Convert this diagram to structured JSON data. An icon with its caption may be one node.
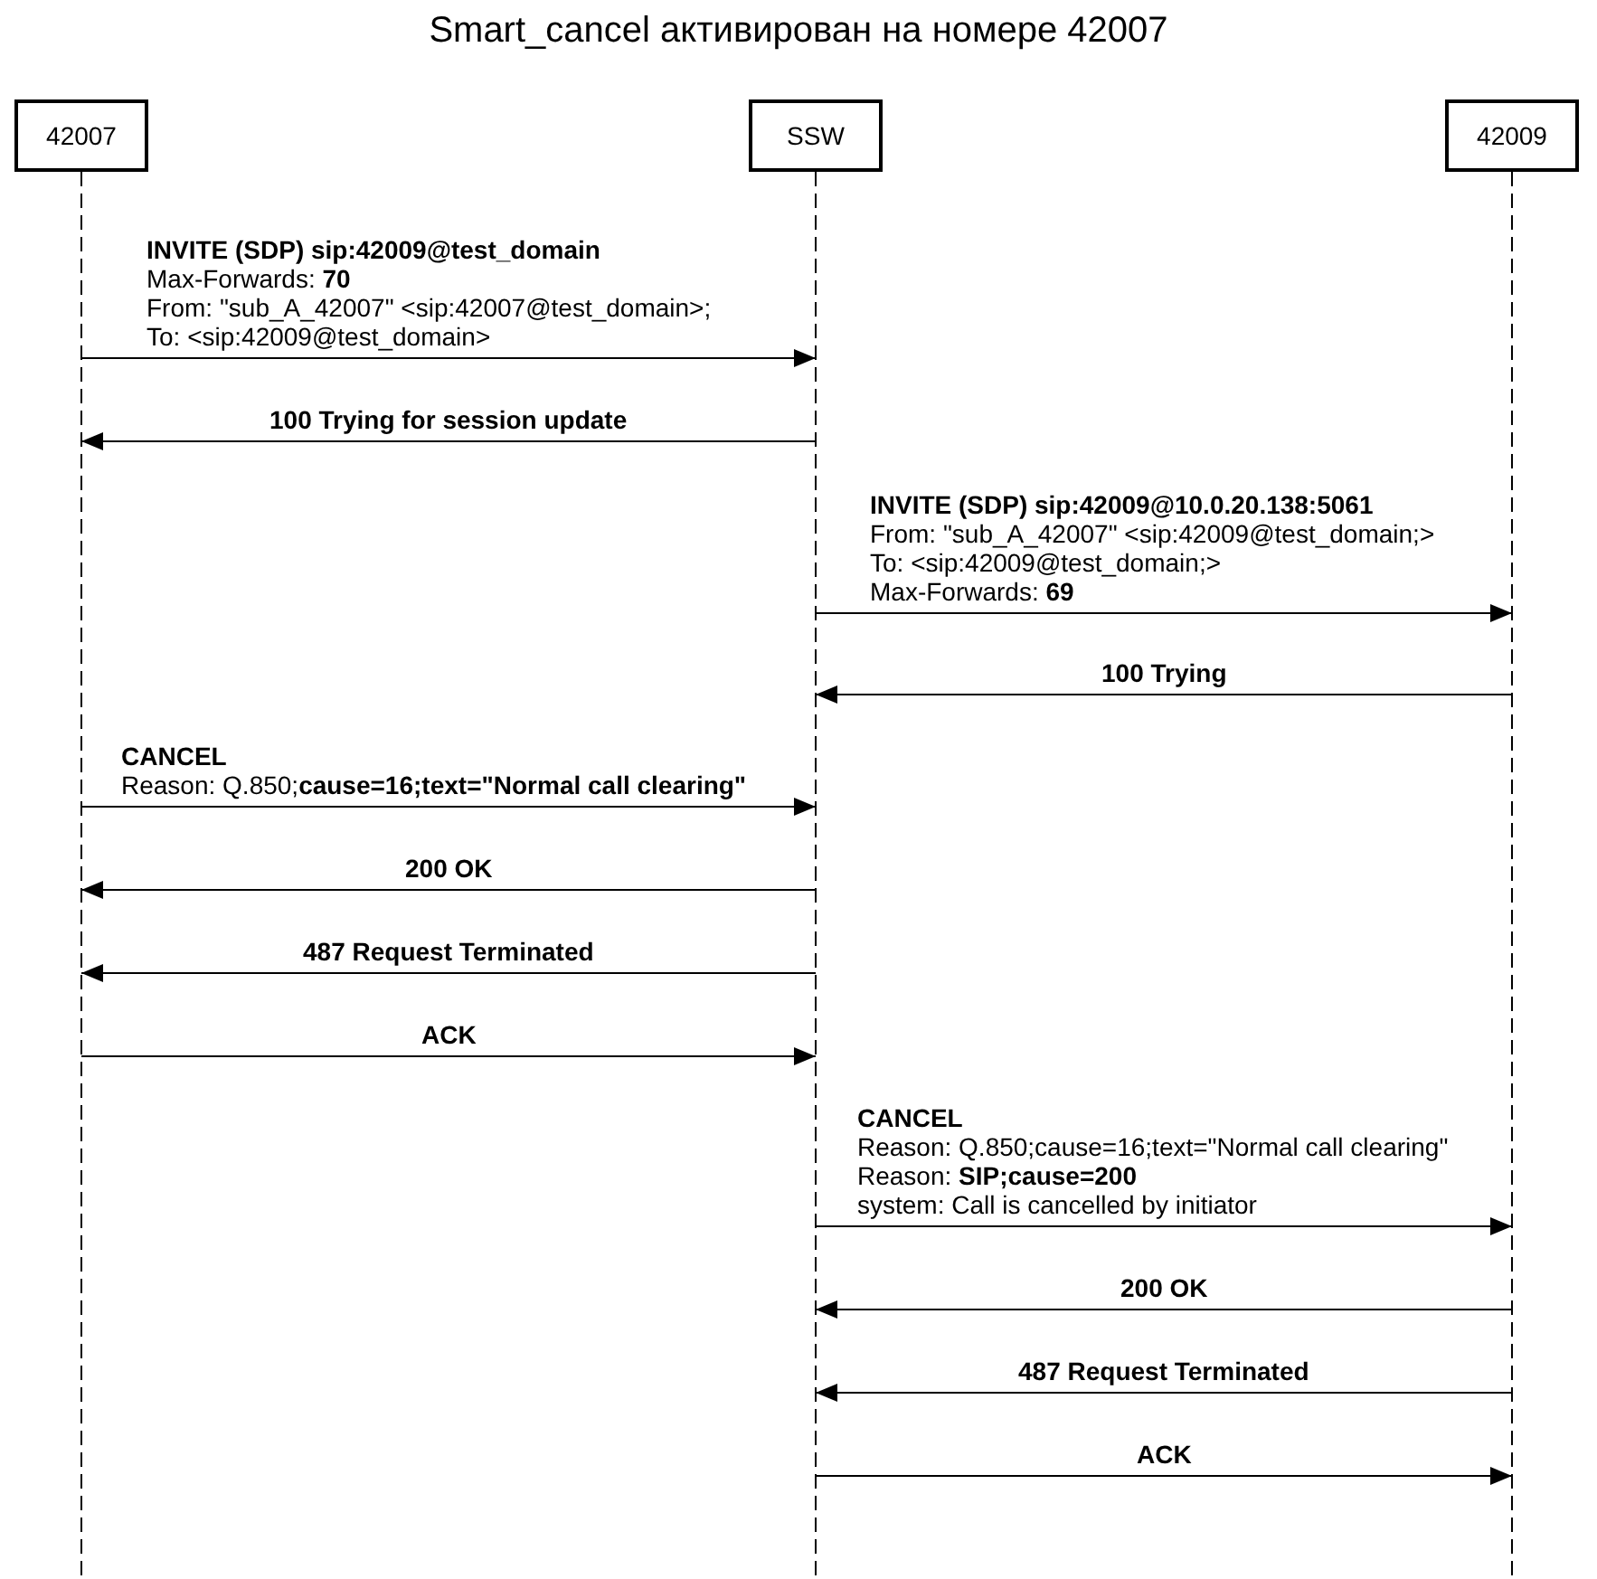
{
  "diagram": {
    "title": "Smart_cancel активирован на номере 42007",
    "nodes": [
      {
        "text": [
          "42007"
        ]
      },
      {
        "text": [
          "SSW"
        ]
      },
      {
        "text": [
          "42009"
        ]
      }
    ],
    "edges": [
      {
        "from": 0,
        "to": 1,
        "arrow": "to",
        "label": "**INVITE (SDP) sip:42009@test_domain** Max-Forwards: **70** From: \"sub_A_42007\" <sip:42007@test_domain>; To: <sip:42009@test_domain>"
      },
      {
        "from": 1,
        "to": 0,
        "arrow": "to",
        "label": "100 Trying for session update"
      },
      {
        "from": 1,
        "to": 2,
        "arrow": "to",
        "label": "**INVITE (SDP) sip:42009@10.0.20.138:5061** From: \"sub_A_42007\" <sip:42009@test_domain;> To: <sip:42009@test_domain;> Max-Forwards: **69**"
      },
      {
        "from": 2,
        "to": 1,
        "arrow": "to",
        "label": "100 Trying"
      },
      {
        "from": 0,
        "to": 1,
        "arrow": "to",
        "label": "**CANCEL** Reason: Q.850;**cause=16;text=\"Normal call clearing\"**"
      },
      {
        "from": 1,
        "to": 0,
        "arrow": "to",
        "label": "200 OK"
      },
      {
        "from": 1,
        "to": 0,
        "arrow": "to",
        "label": "487 Request Terminated"
      },
      {
        "from": 0,
        "to": 1,
        "arrow": "to",
        "label": "ACK"
      },
      {
        "from": 1,
        "to": 2,
        "arrow": "to",
        "label": "**CANCEL** Reason: Q.850;cause=16;text=\"Normal call clearing\" Reason: **SIP;cause=200** system: Call is cancelled by initiator"
      },
      {
        "from": 2,
        "to": 1,
        "arrow": "to",
        "label": "200 OK"
      },
      {
        "from": 2,
        "to": 1,
        "arrow": "to",
        "label": "487 Request Terminated"
      },
      {
        "from": 1,
        "to": 2,
        "arrow": "to",
        "label": "ACK"
      }
    ]
  }
}
